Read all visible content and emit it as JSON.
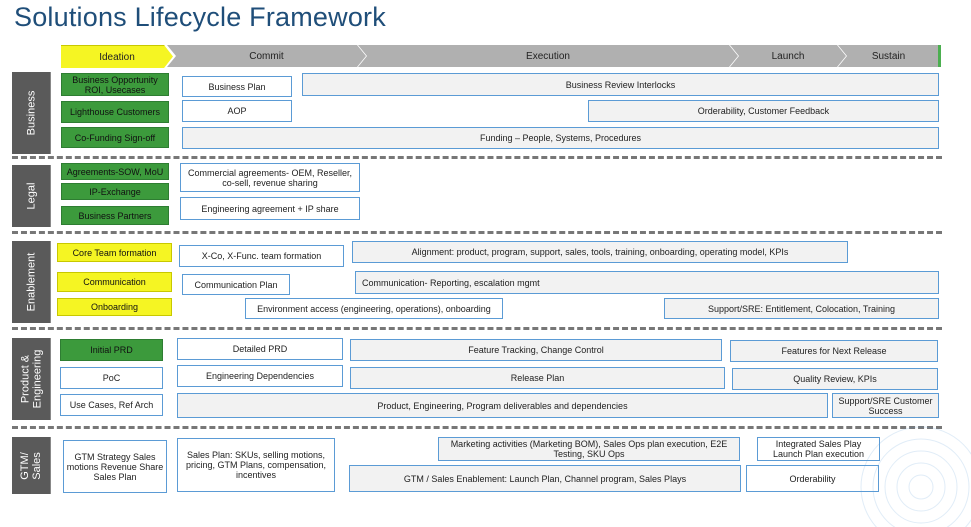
{
  "title": "Solutions Lifecycle Framework",
  "phases": [
    "Ideation",
    "Commit",
    "Execution",
    "Launch",
    "Sustain"
  ],
  "sections": {
    "business": "Business",
    "legal": "Legal",
    "enablement": "Enablement",
    "product_engineering": [
      "Product &",
      "Engineering"
    ],
    "gtm_sales": [
      "GTM/",
      "Sales"
    ]
  },
  "business": {
    "b1": "Business Opportunity ROI, Usecases",
    "b2": "Lighthouse Customers",
    "b3": "Co-Funding Sign-off",
    "b4": "Business Plan",
    "b5": "Business Review Interlocks",
    "b6": "AOP",
    "b7": "Orderability, Customer Feedback",
    "b8": "Funding – People, Systems, Procedures"
  },
  "legal": {
    "l1": "Agreements-SOW, MoU",
    "l2": "IP-Exchange",
    "l3": "Business Partners",
    "l4": "Commercial agreements- OEM, Reseller, co-sell, revenue sharing",
    "l5": "Engineering agreement + IP share"
  },
  "enablement": {
    "e1": "Core Team formation",
    "e2": "Communication",
    "e3": "Onboarding",
    "e4": "X-Co, X-Func. team formation",
    "e5": "Alignment: product, program, support, sales, tools, training, onboarding, operating model, KPIs",
    "e6": "Communication Plan",
    "e7": "Communication- Reporting, escalation mgmt",
    "e8": "Environment access (engineering, operations), onboarding",
    "e9": "Support/SRE: Entitlement, Colocation, Training"
  },
  "product": {
    "p1": "Initial PRD",
    "p2": "PoC",
    "p3": "Use Cases, Ref Arch",
    "p4": "Detailed PRD",
    "p5": "Engineering Dependencies",
    "p6": "Feature Tracking, Change Control",
    "p7": "Release Plan",
    "p8": "Features for Next Release",
    "p9": "Quality Review, KPIs",
    "p10": "Product, Engineering, Program deliverables and dependencies",
    "p11": "Support/SRE Customer Success"
  },
  "gtm": {
    "g1": "GTM Strategy Sales motions Revenue Share Sales Plan",
    "g2": "Sales Plan: SKUs, selling motions, pricing, GTM Plans, compensation, incentives",
    "g3": "Marketing activities (Marketing BOM), Sales Ops plan execution, E2E Testing, SKU Ops",
    "g4": "Integrated Sales Play Launch Plan execution",
    "g5": "GTM / Sales Enablement: Launch Plan, Channel program, Sales Plays",
    "g6": "Orderability"
  },
  "colors": {
    "green": "#3c9a3c",
    "yellow": "#f5f523",
    "section": "#5a5a5a",
    "border": "#5b9bd5",
    "title": "#1f4e79"
  }
}
